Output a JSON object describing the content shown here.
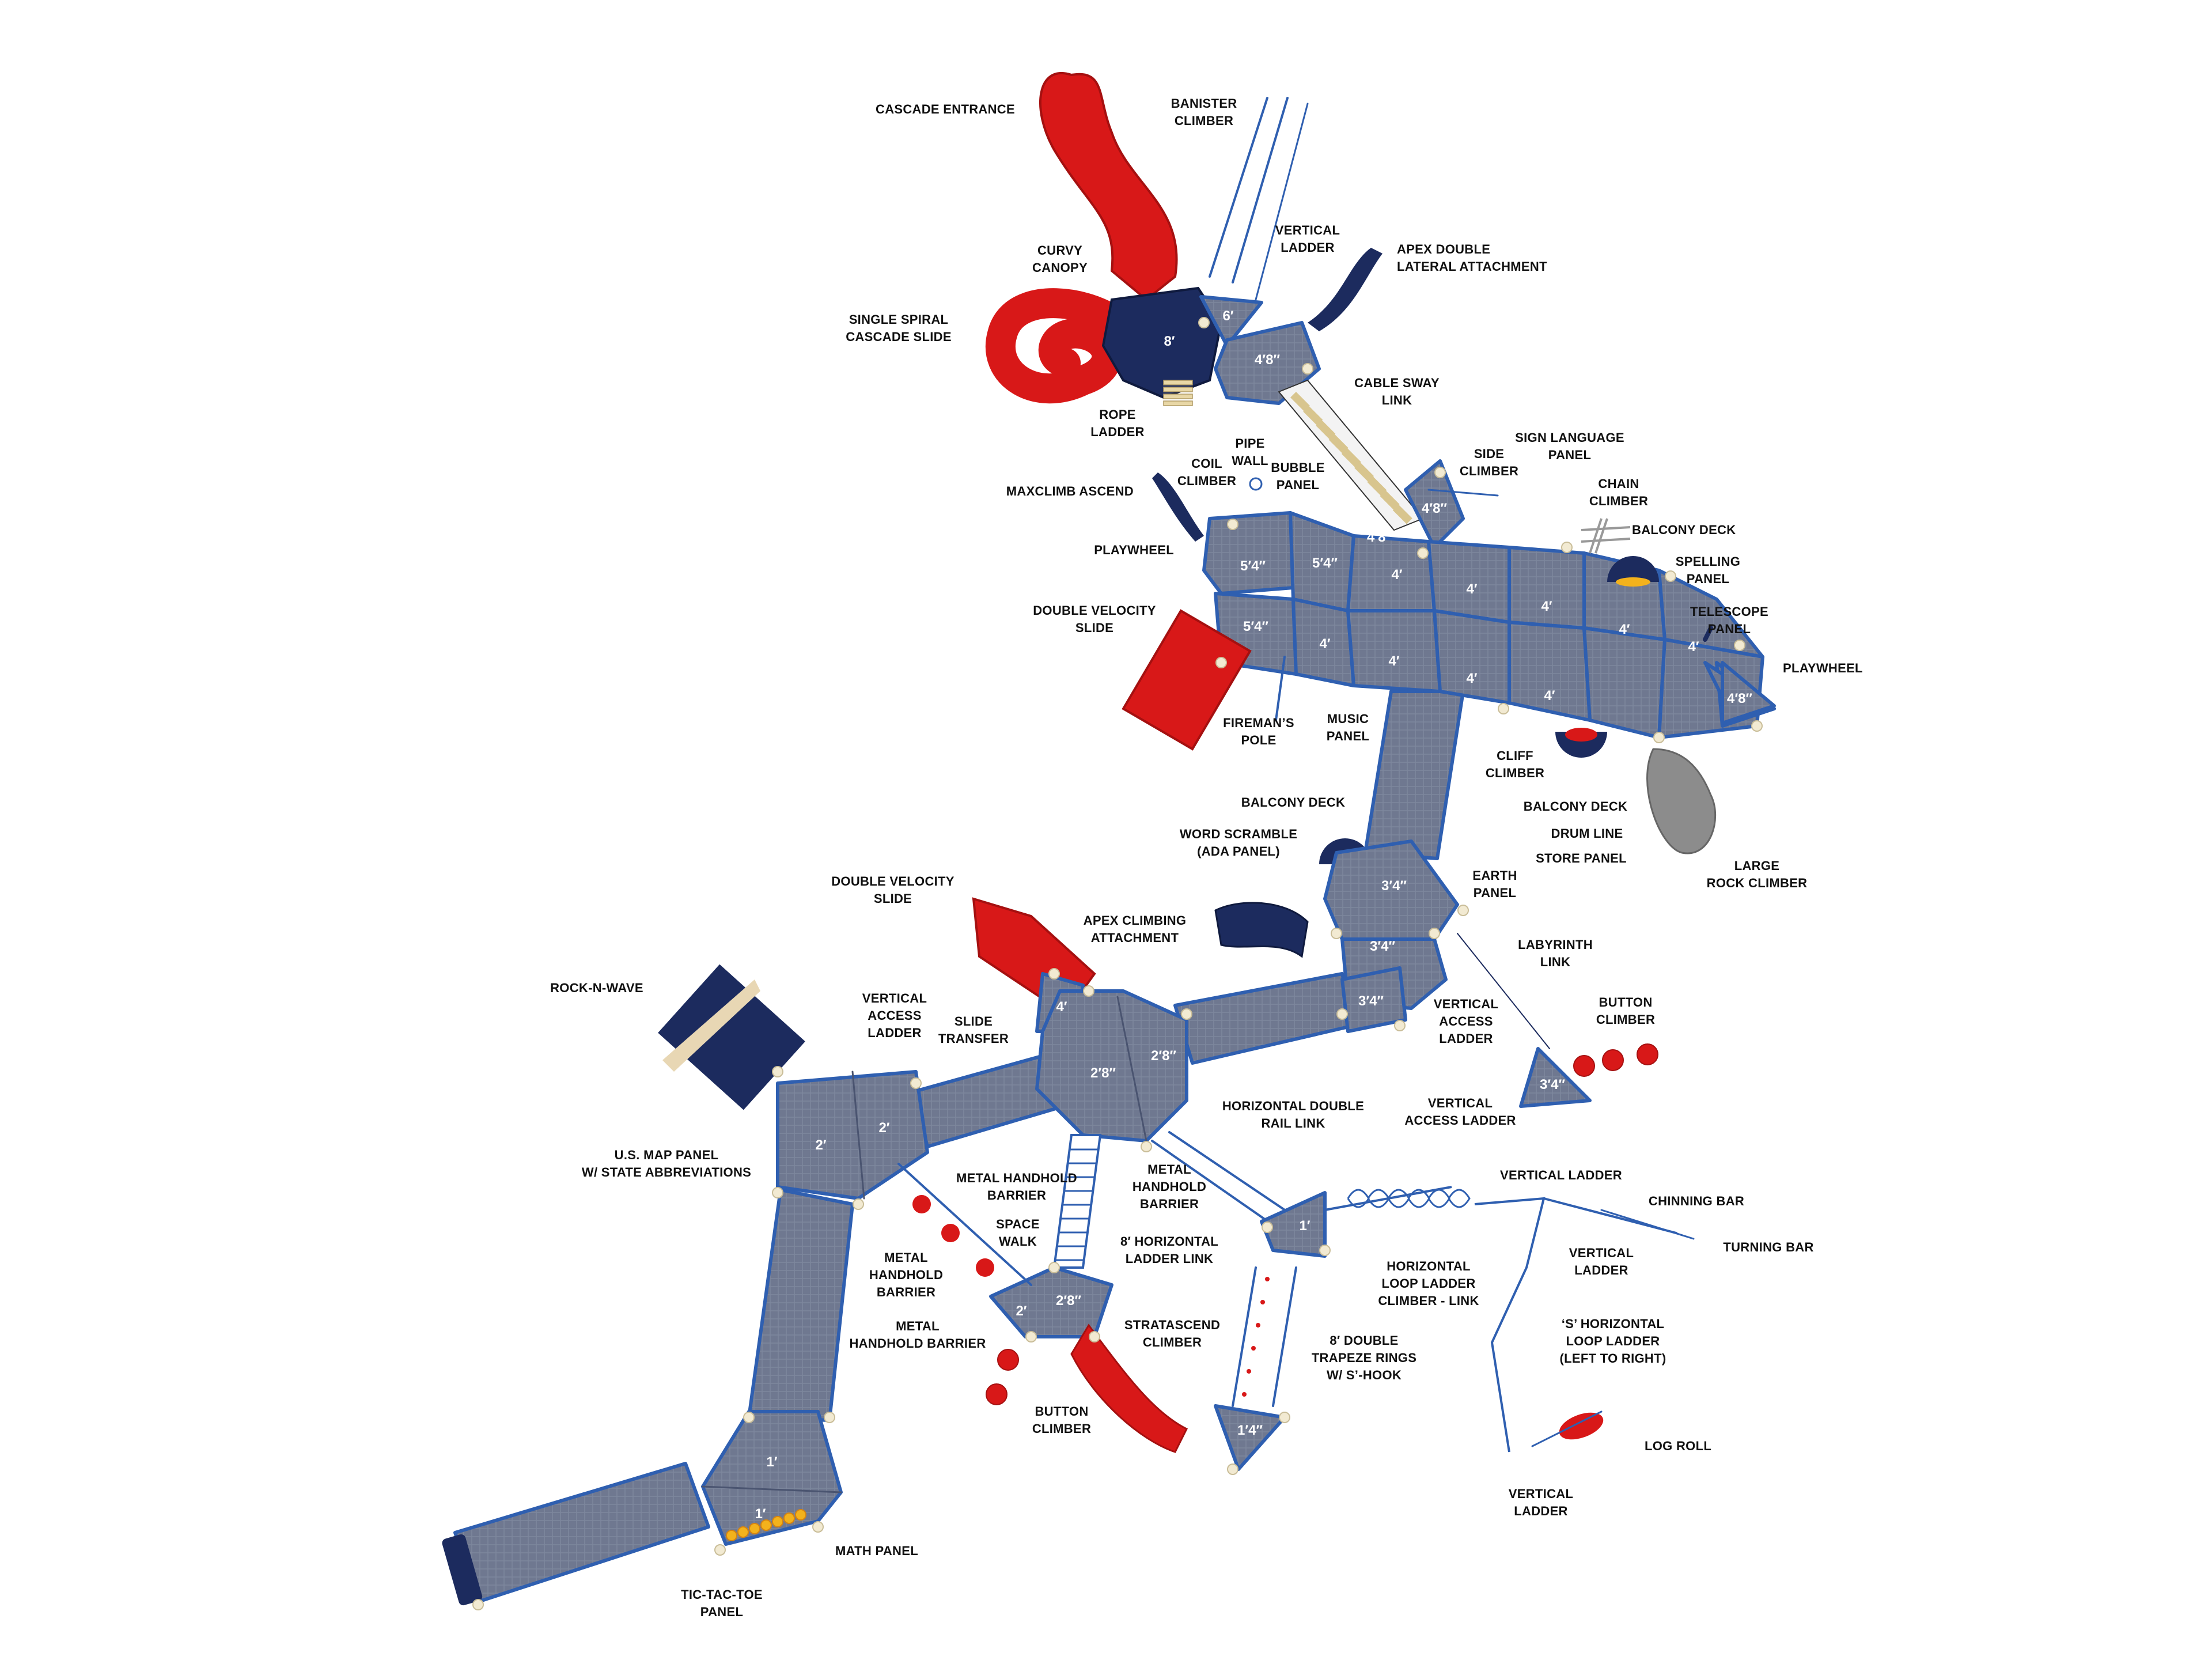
{
  "colors": {
    "deck": "#6f7890",
    "deck_edge": "#4a5470",
    "frame": "#2f5fb0",
    "slide_red": "#d81818",
    "navy": "#1c2b5e",
    "rock_gray": "#8c8c8c",
    "tan": "#e8d7b4",
    "post_cap": "#f2ead2",
    "text": "#111111"
  },
  "decks": [
    {
      "id": "d8",
      "text": "8′"
    },
    {
      "id": "d6",
      "text": "6′"
    },
    {
      "id": "d48a",
      "text": "4′8″"
    },
    {
      "id": "d48b",
      "text": "4′8″"
    },
    {
      "id": "d48c",
      "text": "4′8″"
    },
    {
      "id": "d54a",
      "text": "5′4″"
    },
    {
      "id": "d54b",
      "text": "5′4″"
    },
    {
      "id": "d54c",
      "text": "5′4″"
    },
    {
      "id": "d4a",
      "text": "4′"
    },
    {
      "id": "d4b",
      "text": "4′"
    },
    {
      "id": "d4c",
      "text": "4′"
    },
    {
      "id": "d4d",
      "text": "4′"
    },
    {
      "id": "d4e",
      "text": "4′"
    },
    {
      "id": "d4f",
      "text": "4′"
    },
    {
      "id": "d4g",
      "text": "4′"
    },
    {
      "id": "d4h",
      "text": "4′"
    },
    {
      "id": "d4i",
      "text": "4′"
    },
    {
      "id": "d48d",
      "text": "4′8″"
    },
    {
      "id": "d34a",
      "text": "3′4″"
    },
    {
      "id": "d34b",
      "text": "3′4″"
    },
    {
      "id": "d34c",
      "text": "3′4″"
    },
    {
      "id": "d34d",
      "text": "3′4″"
    },
    {
      "id": "d4j",
      "text": "4′"
    },
    {
      "id": "d28a",
      "text": "2′8″"
    },
    {
      "id": "d28b",
      "text": "2′8″"
    },
    {
      "id": "d28c",
      "text": "2′8″"
    },
    {
      "id": "d2a",
      "text": "2′"
    },
    {
      "id": "d2b",
      "text": "2′"
    },
    {
      "id": "d2c",
      "text": "2′"
    },
    {
      "id": "d1a",
      "text": "1′"
    },
    {
      "id": "d1b",
      "text": "1′"
    },
    {
      "id": "d1c",
      "text": "1′"
    },
    {
      "id": "d14",
      "text": "1′4″"
    }
  ],
  "labels": [
    {
      "id": "cascade-entrance",
      "text": "CASCADE ENTRANCE"
    },
    {
      "id": "banister-climber",
      "text": "BANISTER\nCLIMBER"
    },
    {
      "id": "curvy-canopy",
      "text": "CURVY\nCANOPY"
    },
    {
      "id": "vertical-ladder-top",
      "text": "VERTICAL\nLADDER"
    },
    {
      "id": "apex-double-lateral",
      "text": "APEX DOUBLE\nLATERAL ATTACHMENT"
    },
    {
      "id": "single-spiral-slide",
      "text": "SINGLE SPIRAL\nCASCADE SLIDE"
    },
    {
      "id": "cable-sway-link",
      "text": "CABLE SWAY\nLINK"
    },
    {
      "id": "rope-ladder",
      "text": "ROPE\nLADDER"
    },
    {
      "id": "pipe-wall",
      "text": "PIPE\nWALL"
    },
    {
      "id": "coil-climber",
      "text": "COIL\nCLIMBER"
    },
    {
      "id": "bubble-panel",
      "text": "BUBBLE\nPANEL"
    },
    {
      "id": "side-climber",
      "text": "SIDE\nCLIMBER"
    },
    {
      "id": "sign-language-panel",
      "text": "SIGN LANGUAGE\nPANEL"
    },
    {
      "id": "chain-climber",
      "text": "CHAIN\nCLIMBER"
    },
    {
      "id": "maxclimb-ascend",
      "text": "MAXCLIMB ASCEND"
    },
    {
      "id": "balcony-deck-top",
      "text": "BALCONY DECK"
    },
    {
      "id": "playwheel-left",
      "text": "PLAYWHEEL"
    },
    {
      "id": "spelling-panel",
      "text": "SPELLING\nPANEL"
    },
    {
      "id": "double-velocity-slide-top",
      "text": "DOUBLE VELOCITY\nSLIDE"
    },
    {
      "id": "telescope-panel",
      "text": "TELESCOPE\nPANEL"
    },
    {
      "id": "playwheel-right",
      "text": "PLAYWHEEL"
    },
    {
      "id": "firemans-pole",
      "text": "FIREMAN’S\nPOLE"
    },
    {
      "id": "music-panel",
      "text": "MUSIC\nPANEL"
    },
    {
      "id": "cliff-climber",
      "text": "CLIFF\nCLIMBER"
    },
    {
      "id": "balcony-deck-mid",
      "text": "BALCONY DECK"
    },
    {
      "id": "balcony-deck-right",
      "text": "BALCONY DECK"
    },
    {
      "id": "drum-line",
      "text": "DRUM LINE"
    },
    {
      "id": "word-scramble",
      "text": "WORD SCRAMBLE\n(ADA PANEL)"
    },
    {
      "id": "store-panel",
      "text": "STORE PANEL"
    },
    {
      "id": "large-rock-climber",
      "text": "LARGE\nROCK CLIMBER"
    },
    {
      "id": "double-velocity-slide-mid",
      "text": "DOUBLE VELOCITY\nSLIDE"
    },
    {
      "id": "earth-panel",
      "text": "EARTH\nPANEL"
    },
    {
      "id": "apex-climbing-attachment",
      "text": "APEX CLIMBING\nATTACHMENT"
    },
    {
      "id": "labyrinth-link",
      "text": "LABYRINTH\nLINK"
    },
    {
      "id": "rock-n-wave",
      "text": "ROCK-N-WAVE"
    },
    {
      "id": "vertical-access-ladder-left",
      "text": "VERTICAL\nACCESS\nLADDER"
    },
    {
      "id": "slide-transfer",
      "text": "SLIDE\nTRANSFER"
    },
    {
      "id": "vertical-access-ladder-mid",
      "text": "VERTICAL\nACCESS\nLADDER"
    },
    {
      "id": "button-climber-right",
      "text": "BUTTON\nCLIMBER"
    },
    {
      "id": "horizontal-double-rail-link",
      "text": "HORIZONTAL DOUBLE\nRAIL LINK"
    },
    {
      "id": "vertical-access-ladder-right",
      "text": "VERTICAL\nACCESS LADDER"
    },
    {
      "id": "us-map-panel",
      "text": "U.S. MAP PANEL\nW/ STATE ABBREVIATIONS"
    },
    {
      "id": "metal-handhold-barrier-1",
      "text": "METAL HANDHOLD\nBARRIER"
    },
    {
      "id": "metal-handhold-barrier-2",
      "text": "METAL\nHANDHOLD\nBARRIER"
    },
    {
      "id": "vertical-ladder-right",
      "text": "VERTICAL LADDER"
    },
    {
      "id": "chinning-bar",
      "text": "CHINNING BAR"
    },
    {
      "id": "space-walk",
      "text": "SPACE\nWALK"
    },
    {
      "id": "horizontal-ladder-link",
      "text": "8′ HORIZONTAL\nLADDER LINK"
    },
    {
      "id": "turning-bar",
      "text": "TURNING BAR"
    },
    {
      "id": "metal-handhold-barrier-3",
      "text": "METAL\nHANDHOLD\nBARRIER"
    },
    {
      "id": "vertical-ladder-loop",
      "text": "VERTICAL\nLADDER"
    },
    {
      "id": "horizontal-loop-ladder",
      "text": "HORIZONTAL\nLOOP LADDER\nCLIMBER - LINK"
    },
    {
      "id": "metal-handhold-barrier-4",
      "text": "METAL\nHANDHOLD BARRIER"
    },
    {
      "id": "stratascend-climber",
      "text": "STRATASCEND\nCLIMBER"
    },
    {
      "id": "s-horizontal-loop-ladder",
      "text": "‘S’ HORIZONTAL\nLOOP LADDER\n(LEFT TO RIGHT)"
    },
    {
      "id": "trapeze-rings",
      "text": "8′ DOUBLE\nTRAPEZE RINGS\nW/ S’-HOOK"
    },
    {
      "id": "button-climber-left",
      "text": "BUTTON\nCLIMBER"
    },
    {
      "id": "log-roll",
      "text": "LOG ROLL"
    },
    {
      "id": "math-panel",
      "text": "MATH PANEL"
    },
    {
      "id": "vertical-ladder-bottom",
      "text": "VERTICAL\nLADDER"
    },
    {
      "id": "tic-tac-toe-panel",
      "text": "TIC-TAC-TOE\nPANEL"
    }
  ]
}
